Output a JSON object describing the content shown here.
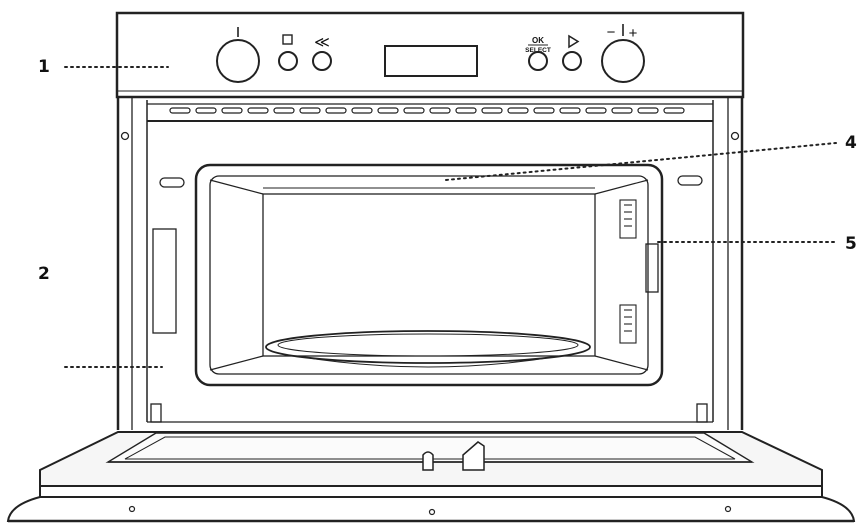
{
  "callouts": [
    {
      "number": "1",
      "part": "control-panel"
    },
    {
      "number": "2",
      "part": "oven-cavity"
    },
    {
      "number": "4",
      "part": "cavity-ceiling"
    },
    {
      "number": "5",
      "part": "side-wall-cover"
    }
  ],
  "controls": {
    "ok_label_top": "OK",
    "ok_label_bottom": "SELECT",
    "dial_minus": "−",
    "dial_plus": "+",
    "back_symbol": "≪"
  },
  "colors": {
    "line": "#222222",
    "background": "#ffffff",
    "door_shade": "#f3f3f3"
  }
}
